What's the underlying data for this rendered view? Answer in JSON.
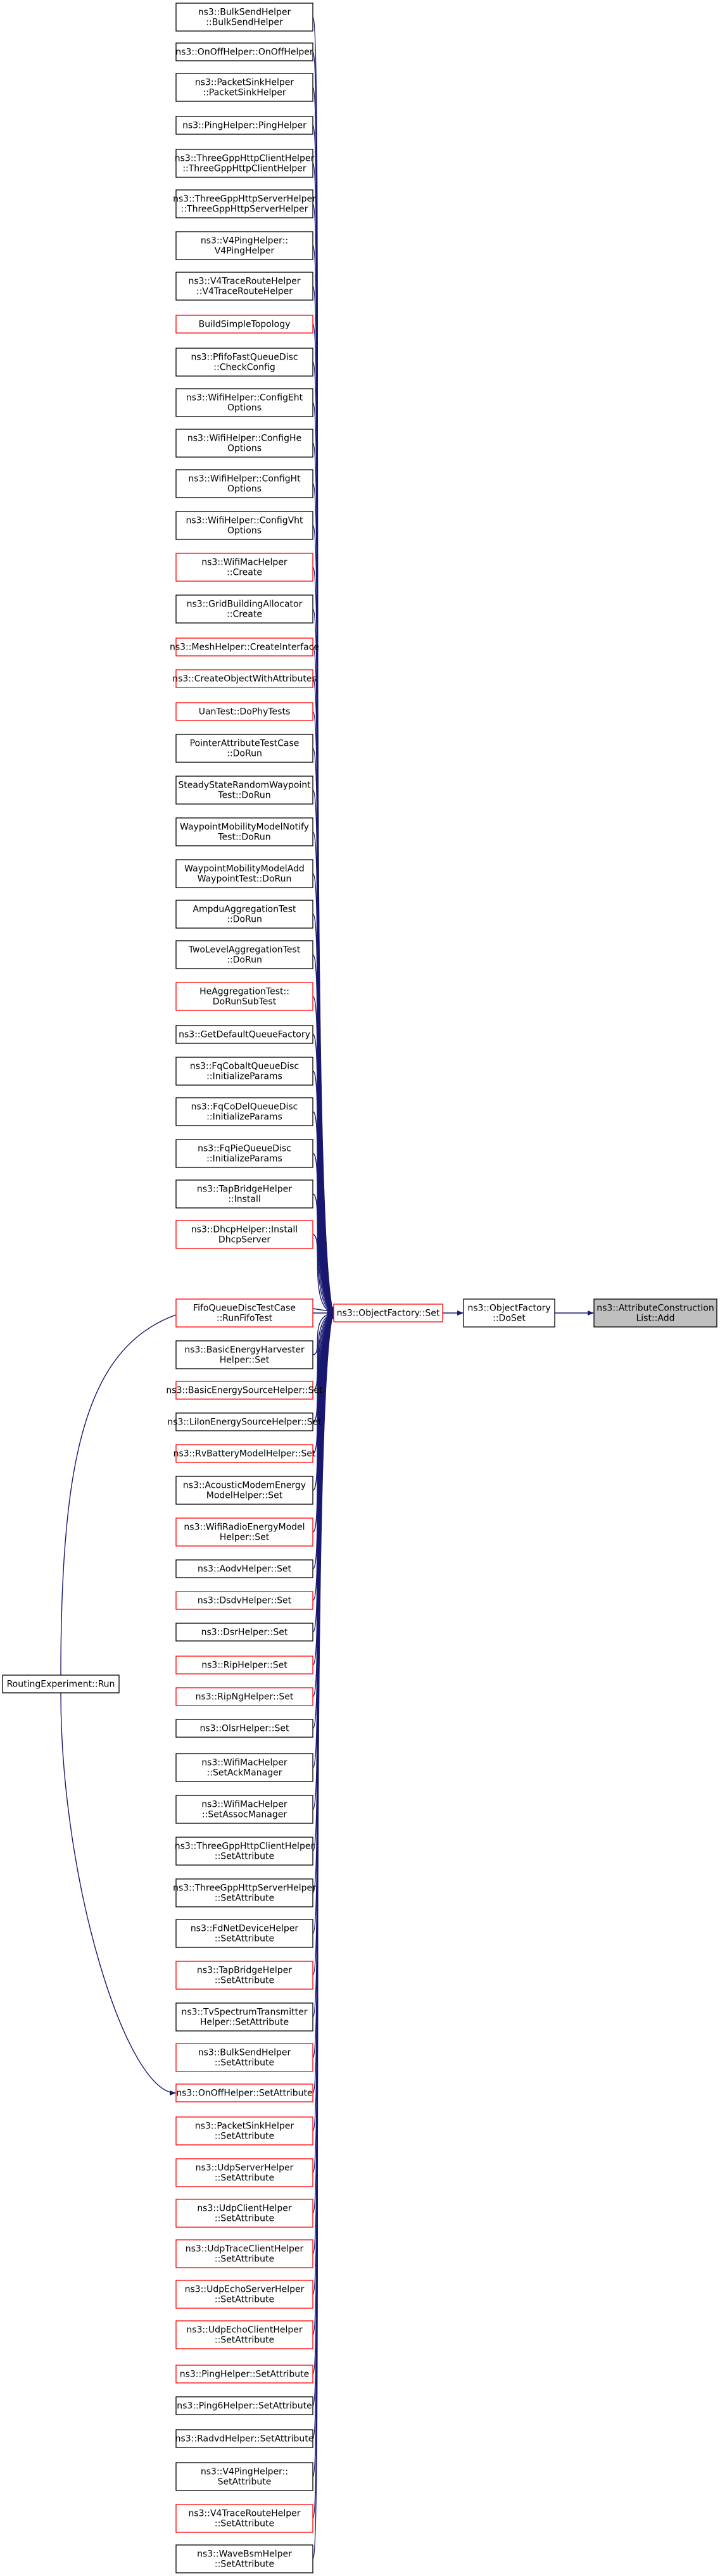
{
  "graph": {
    "target": {
      "lines": [
        "ns3::AttributeConstruction",
        "List::Add"
      ],
      "style": "highlight"
    },
    "doset": {
      "lines": [
        "ns3::ObjectFactory",
        "::DoSet"
      ],
      "style": "black"
    },
    "set": {
      "lines": [
        "ns3::ObjectFactory::Set"
      ],
      "style": "red"
    },
    "routing": {
      "lines": [
        "RoutingExperiment::Run"
      ],
      "style": "black"
    },
    "callers": [
      {
        "lines": [
          "ns3::BulkSendHelper",
          "::BulkSendHelper"
        ],
        "style": "black"
      },
      {
        "lines": [
          "ns3::OnOffHelper::OnOffHelper"
        ],
        "style": "black"
      },
      {
        "lines": [
          "ns3::PacketSinkHelper",
          "::PacketSinkHelper"
        ],
        "style": "black"
      },
      {
        "lines": [
          "ns3::PingHelper::PingHelper"
        ],
        "style": "black"
      },
      {
        "lines": [
          "ns3::ThreeGppHttpClientHelper",
          "::ThreeGppHttpClientHelper"
        ],
        "style": "black"
      },
      {
        "lines": [
          "ns3::ThreeGppHttpServerHelper",
          "::ThreeGppHttpServerHelper"
        ],
        "style": "black"
      },
      {
        "lines": [
          "ns3::V4PingHelper::",
          "V4PingHelper"
        ],
        "style": "black"
      },
      {
        "lines": [
          "ns3::V4TraceRouteHelper",
          "::V4TraceRouteHelper"
        ],
        "style": "black"
      },
      {
        "lines": [
          "BuildSimpleTopology"
        ],
        "style": "red"
      },
      {
        "lines": [
          "ns3::PfifoFastQueueDisc",
          "::CheckConfig"
        ],
        "style": "black"
      },
      {
        "lines": [
          "ns3::WifiHelper::ConfigEht",
          "Options"
        ],
        "style": "black"
      },
      {
        "lines": [
          "ns3::WifiHelper::ConfigHe",
          "Options"
        ],
        "style": "black"
      },
      {
        "lines": [
          "ns3::WifiHelper::ConfigHt",
          "Options"
        ],
        "style": "black"
      },
      {
        "lines": [
          "ns3::WifiHelper::ConfigVht",
          "Options"
        ],
        "style": "black"
      },
      {
        "lines": [
          "ns3::WifiMacHelper",
          "::Create"
        ],
        "style": "red"
      },
      {
        "lines": [
          "ns3::GridBuildingAllocator",
          "::Create"
        ],
        "style": "black"
      },
      {
        "lines": [
          "ns3::MeshHelper::CreateInterface"
        ],
        "style": "red"
      },
      {
        "lines": [
          "ns3::CreateObjectWithAttributes"
        ],
        "style": "red"
      },
      {
        "lines": [
          "UanTest::DoPhyTests"
        ],
        "style": "red"
      },
      {
        "lines": [
          "PointerAttributeTestCase",
          "::DoRun"
        ],
        "style": "black"
      },
      {
        "lines": [
          "SteadyStateRandomWaypoint",
          "Test::DoRun"
        ],
        "style": "black"
      },
      {
        "lines": [
          "WaypointMobilityModelNotify",
          "Test::DoRun"
        ],
        "style": "black"
      },
      {
        "lines": [
          "WaypointMobilityModelAdd",
          "WaypointTest::DoRun"
        ],
        "style": "black"
      },
      {
        "lines": [
          "AmpduAggregationTest",
          "::DoRun"
        ],
        "style": "black"
      },
      {
        "lines": [
          "TwoLevelAggregationTest",
          "::DoRun"
        ],
        "style": "black"
      },
      {
        "lines": [
          "HeAggregationTest::",
          "DoRunSubTest"
        ],
        "style": "red"
      },
      {
        "lines": [
          "ns3::GetDefaultQueueFactory"
        ],
        "style": "black"
      },
      {
        "lines": [
          "ns3::FqCobaltQueueDisc",
          "::InitializeParams"
        ],
        "style": "black"
      },
      {
        "lines": [
          "ns3::FqCoDelQueueDisc",
          "::InitializeParams"
        ],
        "style": "black"
      },
      {
        "lines": [
          "ns3::FqPieQueueDisc",
          "::InitializeParams"
        ],
        "style": "black"
      },
      {
        "lines": [
          "ns3::TapBridgeHelper",
          "::Install"
        ],
        "style": "black"
      },
      {
        "lines": [
          "ns3::DhcpHelper::Install",
          "DhcpServer"
        ],
        "style": "red"
      },
      {
        "lines": [
          "FifoQueueDiscTestCase",
          "::RunFifoTest"
        ],
        "style": "red"
      },
      {
        "lines": [
          "ns3::BasicEnergyHarvester",
          "Helper::Set"
        ],
        "style": "black"
      },
      {
        "lines": [
          "ns3::BasicEnergySourceHelper::Set"
        ],
        "style": "red"
      },
      {
        "lines": [
          "ns3::LiIonEnergySourceHelper::Set"
        ],
        "style": "black"
      },
      {
        "lines": [
          "ns3::RvBatteryModelHelper::Set"
        ],
        "style": "red"
      },
      {
        "lines": [
          "ns3::AcousticModemEnergy",
          "ModelHelper::Set"
        ],
        "style": "black"
      },
      {
        "lines": [
          "ns3::WifiRadioEnergyModel",
          "Helper::Set"
        ],
        "style": "red"
      },
      {
        "lines": [
          "ns3::AodvHelper::Set"
        ],
        "style": "black"
      },
      {
        "lines": [
          "ns3::DsdvHelper::Set"
        ],
        "style": "red"
      },
      {
        "lines": [
          "ns3::DsrHelper::Set"
        ],
        "style": "black"
      },
      {
        "lines": [
          "ns3::RipHelper::Set"
        ],
        "style": "red"
      },
      {
        "lines": [
          "ns3::RipNgHelper::Set"
        ],
        "style": "red"
      },
      {
        "lines": [
          "ns3::OlsrHelper::Set"
        ],
        "style": "black"
      },
      {
        "lines": [
          "ns3::WifiMacHelper",
          "::SetAckManager"
        ],
        "style": "black"
      },
      {
        "lines": [
          "ns3::WifiMacHelper",
          "::SetAssocManager"
        ],
        "style": "black"
      },
      {
        "lines": [
          "ns3::ThreeGppHttpClientHelper",
          "::SetAttribute"
        ],
        "style": "black"
      },
      {
        "lines": [
          "ns3::ThreeGppHttpServerHelper",
          "::SetAttribute"
        ],
        "style": "black"
      },
      {
        "lines": [
          "ns3::FdNetDeviceHelper",
          "::SetAttribute"
        ],
        "style": "black"
      },
      {
        "lines": [
          "ns3::TapBridgeHelper",
          "::SetAttribute"
        ],
        "style": "red"
      },
      {
        "lines": [
          "ns3::TvSpectrumTransmitter",
          "Helper::SetAttribute"
        ],
        "style": "black"
      },
      {
        "lines": [
          "ns3::BulkSendHelper",
          "::SetAttribute"
        ],
        "style": "red"
      },
      {
        "lines": [
          "ns3::OnOffHelper::SetAttribute"
        ],
        "style": "red"
      },
      {
        "lines": [
          "ns3::PacketSinkHelper",
          "::SetAttribute"
        ],
        "style": "red"
      },
      {
        "lines": [
          "ns3::UdpServerHelper",
          "::SetAttribute"
        ],
        "style": "red"
      },
      {
        "lines": [
          "ns3::UdpClientHelper",
          "::SetAttribute"
        ],
        "style": "red"
      },
      {
        "lines": [
          "ns3::UdpTraceClientHelper",
          "::SetAttribute"
        ],
        "style": "red"
      },
      {
        "lines": [
          "ns3::UdpEchoServerHelper",
          "::SetAttribute"
        ],
        "style": "red"
      },
      {
        "lines": [
          "ns3::UdpEchoClientHelper",
          "::SetAttribute"
        ],
        "style": "red"
      },
      {
        "lines": [
          "ns3::PingHelper::SetAttribute"
        ],
        "style": "red"
      },
      {
        "lines": [
          "ns3::Ping6Helper::SetAttribute"
        ],
        "style": "black"
      },
      {
        "lines": [
          "ns3::RadvdHelper::SetAttribute"
        ],
        "style": "black"
      },
      {
        "lines": [
          "ns3::V4PingHelper::",
          "SetAttribute"
        ],
        "style": "black"
      },
      {
        "lines": [
          "ns3::V4TraceRouteHelper",
          "::SetAttribute"
        ],
        "style": "red"
      },
      {
        "lines": [
          "ns3::WaveBsmHelper",
          "::SetAttribute"
        ],
        "style": "black"
      }
    ],
    "colors": {
      "edge": "#191970",
      "border_black": "#000000",
      "border_red": "#ff0000",
      "highlight_fill": "#bfbfbf"
    }
  }
}
